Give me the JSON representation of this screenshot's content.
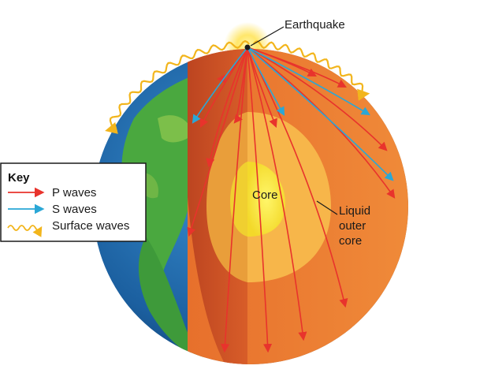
{
  "labels": {
    "earthquake": "Earthquake",
    "core": "Core",
    "outer_core_line1": "Liquid",
    "outer_core_line2": "outer",
    "outer_core_line3": "core"
  },
  "key": {
    "title": "Key",
    "items": [
      {
        "label": "P waves",
        "icon": "red-arrow-icon",
        "color": "#e8332c"
      },
      {
        "label": "S waves",
        "icon": "blue-arrow-icon",
        "color": "#2aa7d6"
      },
      {
        "label": "Surface waves",
        "icon": "yellow-wavy-arrow-icon",
        "color": "#f2b51c"
      }
    ]
  },
  "colors": {
    "p_wave": "#e8332c",
    "s_wave": "#2aa7d6",
    "surface_wave": "#f2b51c",
    "mantle": "#ef8a3a",
    "outer_core": "#f7b64a",
    "inner_core": "#f6e23a",
    "ocean": "#1f6fb3",
    "land": "#4aa83f"
  }
}
